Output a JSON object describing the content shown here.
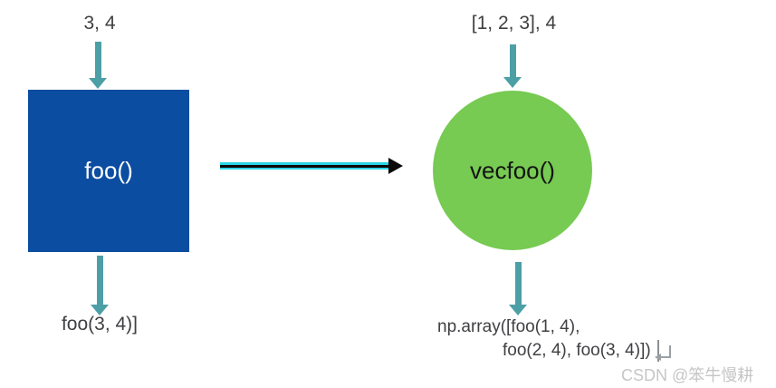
{
  "diagram": {
    "scalar_flow": {
      "input": "3, 4",
      "function": "foo()",
      "output": "foo(3, 4)]"
    },
    "vector_flow": {
      "input": "[1, 2, 3], 4",
      "function": "vecfoo()",
      "output_line1": "np.array([foo(1, 4),",
      "output_line2": "foo(2, 4), foo(3, 4)])"
    },
    "colors": {
      "box_blue": "#0b4da1",
      "circle_green": "#77ca52",
      "arrow_teal": "#4d9fa6",
      "arrow_outline_cyan": "#2bd4e6",
      "arrow_core_black": "#0a0a0a",
      "label_gray": "#3f4043",
      "watermark_gray": "#c6c6c6"
    },
    "watermark": "CSDN @笨牛慢耕"
  }
}
